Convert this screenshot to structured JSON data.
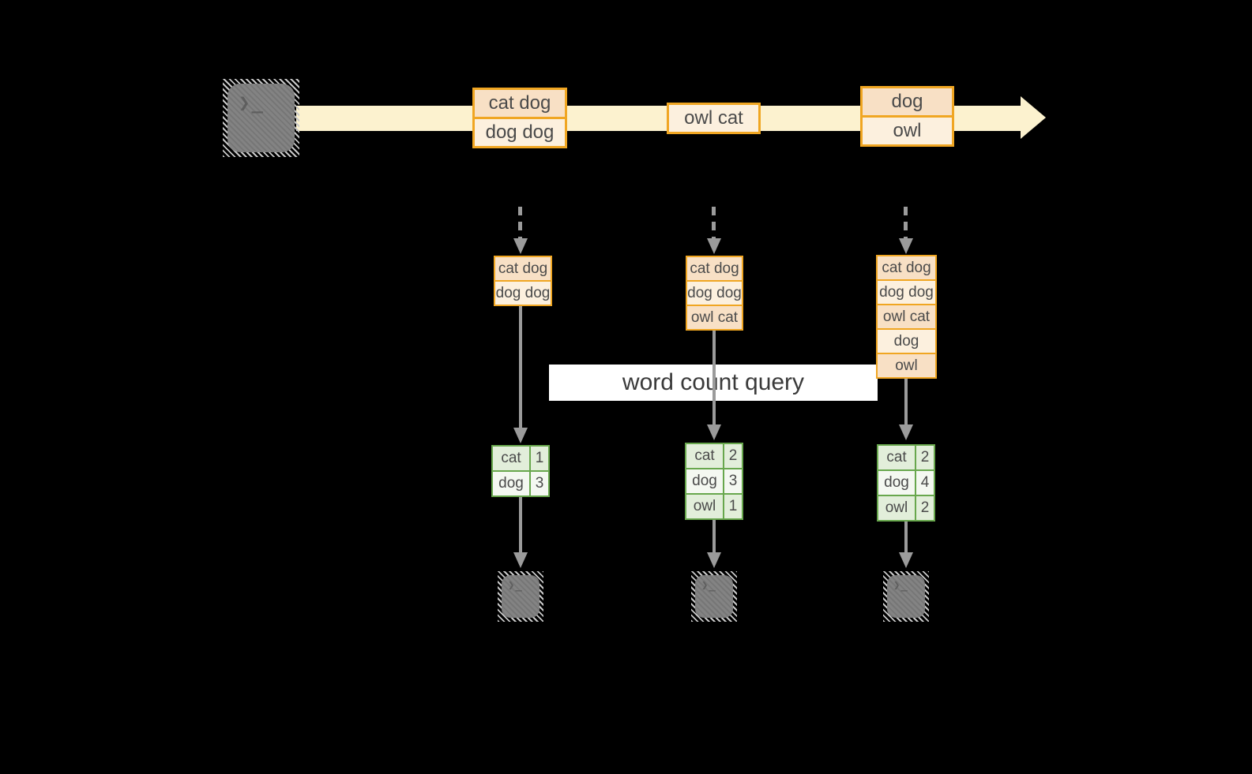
{
  "colors": {
    "gold": "#F0A622",
    "peach": "#F8E0C5",
    "cream": "#FCF0DE",
    "band": "#FCF2CF",
    "green": "#68A74D",
    "g1": "#E2EEDA",
    "g2": "#F4F8F1",
    "gray": "#9B9B9B",
    "txt": "#4A4A4A",
    "qtxt": "#3A3A3A",
    "termgray": "#838383",
    "bg": "#000000"
  },
  "terminal": {
    "prompt": "❯_"
  },
  "stream": {
    "batches": [
      {
        "items": [
          "cat dog",
          "dog dog"
        ]
      },
      {
        "items": [
          "owl cat"
        ]
      },
      {
        "items": [
          "dog",
          "owl"
        ]
      }
    ]
  },
  "states": [
    {
      "items": [
        "cat dog",
        "dog dog"
      ]
    },
    {
      "items": [
        "cat dog",
        "dog dog",
        "owl cat"
      ]
    },
    {
      "items": [
        "cat dog",
        "dog dog",
        "owl cat",
        "dog",
        "owl"
      ]
    }
  ],
  "query": {
    "label": "word count query"
  },
  "results": [
    {
      "rows": [
        [
          "cat",
          "1"
        ],
        [
          "dog",
          "3"
        ]
      ]
    },
    {
      "rows": [
        [
          "cat",
          "2"
        ],
        [
          "dog",
          "3"
        ],
        [
          "owl",
          "1"
        ]
      ]
    },
    {
      "rows": [
        [
          "cat",
          "2"
        ],
        [
          "dog",
          "4"
        ],
        [
          "owl",
          "2"
        ]
      ]
    }
  ]
}
